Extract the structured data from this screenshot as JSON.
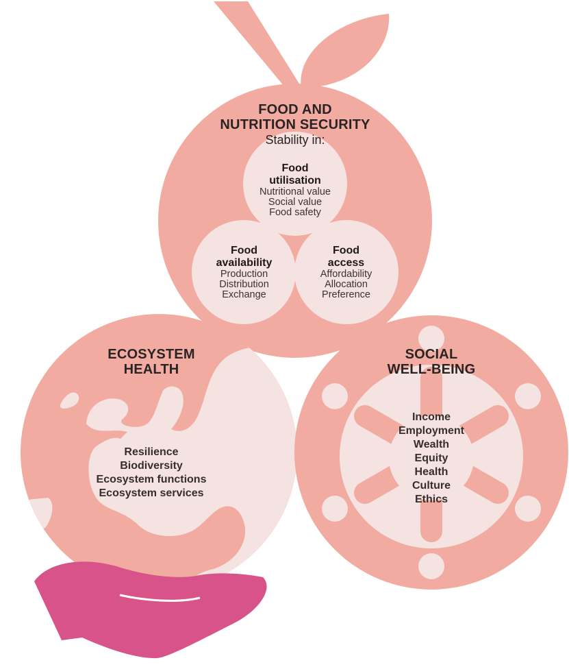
{
  "colors": {
    "salmon": "#f2aba1",
    "light": "#f5e3e1",
    "hand": "#d8538a",
    "text": "#2a2324"
  },
  "icons": {
    "apple": "apple-icon",
    "globe": "globe-icon",
    "people": "people-circle-icon",
    "hand": "hand-icon"
  },
  "food": {
    "title_line1": "FOOD AND",
    "title_line2": "NUTRITION SECURITY",
    "subtitle": "Stability in:",
    "utilisation": {
      "title_line1": "Food",
      "title_line2": "utilisation",
      "items": [
        "Nutritional value",
        "Social value",
        "Food safety"
      ]
    },
    "availability": {
      "title_line1": "Food",
      "title_line2": "availability",
      "items": [
        "Production",
        "Distribution",
        "Exchange"
      ]
    },
    "access": {
      "title_line1": "Food",
      "title_line2": "access",
      "items": [
        "Affordability",
        "Allocation",
        "Preference"
      ]
    }
  },
  "ecosystem": {
    "title_line1": "ECOSYSTEM",
    "title_line2": "HEALTH",
    "items": [
      "Resilience",
      "Biodiversity",
      "Ecosystem functions",
      "Ecosystem services"
    ]
  },
  "social": {
    "title_line1": "SOCIAL",
    "title_line2": "WELL-BEING",
    "items": [
      "Income",
      "Employment",
      "Wealth",
      "Equity",
      "Health",
      "Culture",
      "Ethics"
    ]
  }
}
